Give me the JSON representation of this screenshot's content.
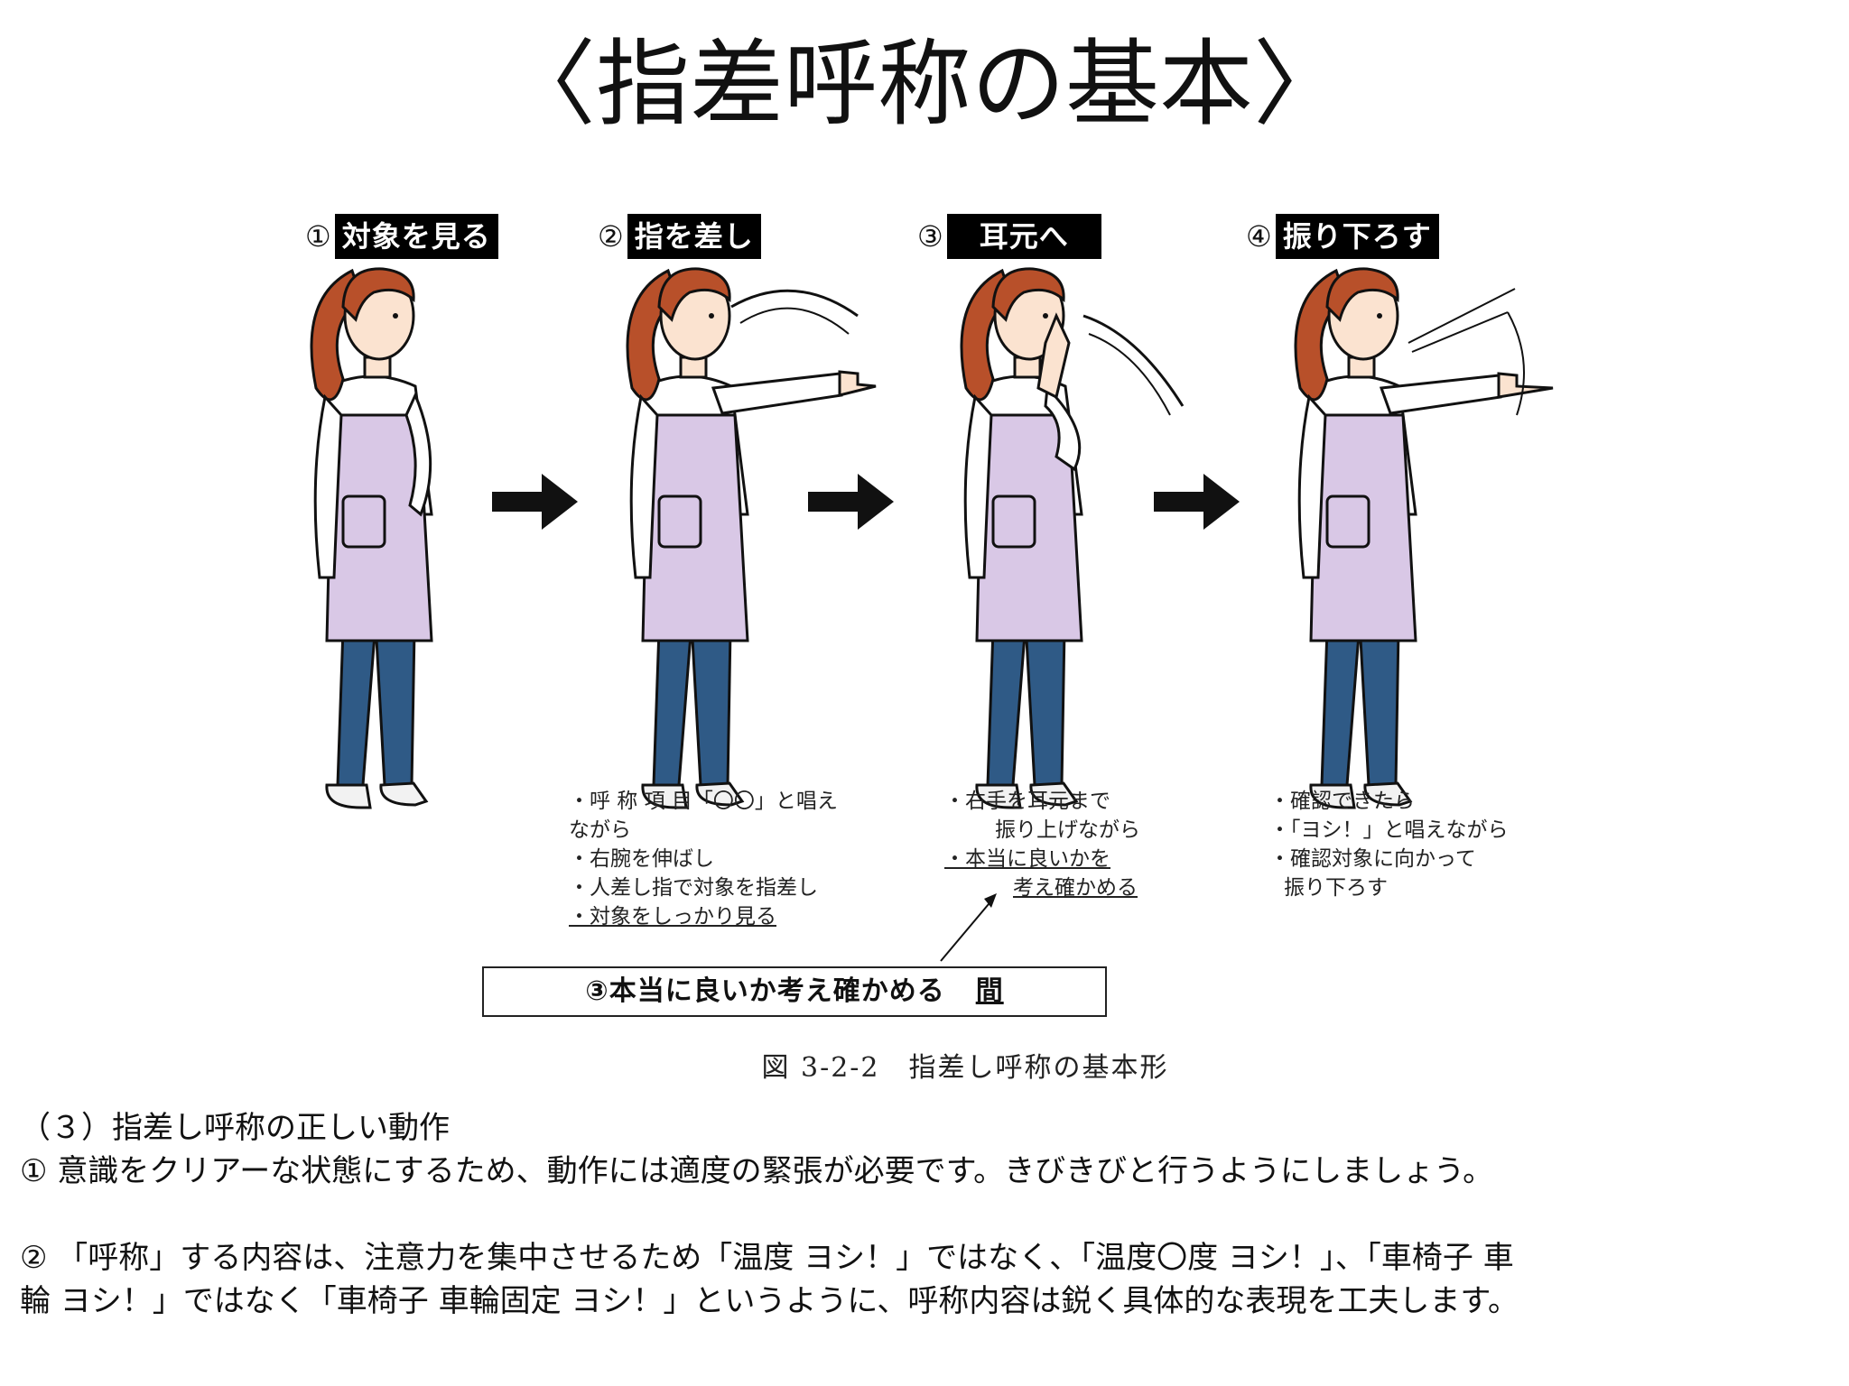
{
  "title": "〈指差呼称の基本〉",
  "steps": [
    {
      "num": "①",
      "label": "対象を見る"
    },
    {
      "num": "②",
      "label": "指を差し"
    },
    {
      "num": "③",
      "label": "耳元へ"
    },
    {
      "num": "④",
      "label": "振り下ろす"
    }
  ],
  "captions": {
    "step2": [
      "・呼 称 項 目「〇〇」と唱え",
      "ながら",
      "・右腕を伸ばし",
      "・人差し指で対象を指差し",
      "・対象をしっかり見る"
    ],
    "step3": [
      "・右手を耳元まで",
      "振り上げながら",
      "・本当に良いかを",
      "考え確かめる"
    ],
    "step4": [
      "・確認できたら",
      "・「ヨシ！」と唱えながら",
      "・確認対象に向かって",
      "振り下ろす"
    ]
  },
  "callout": {
    "text": "③本当に良いか考え確かめる",
    "emphasis": "間"
  },
  "figure_caption": "図 3-2-2　指差し呼称の基本形",
  "body": {
    "heading": "（３）指差し呼称の正しい動作",
    "point1": "① 意識をクリアーな状態にするため、動作には適度の緊張が必要です。きびきびと行うようにしましょう。",
    "point2_line1": "② 「呼称」する内容は、注意力を集中させるため「温度 ヨシ！」ではなく、「温度〇度 ヨシ！」、「車椅子 車",
    "point2_line2": "輪 ヨシ！」ではなく「車椅子 車輪固定 ヨシ！」というように、呼称内容は鋭く具体的な表現を工夫します。"
  },
  "colors": {
    "apron": "#d9c8e6",
    "hair": "#b8502a",
    "jeans": "#2f5a86",
    "skin": "#fbe3d0"
  }
}
